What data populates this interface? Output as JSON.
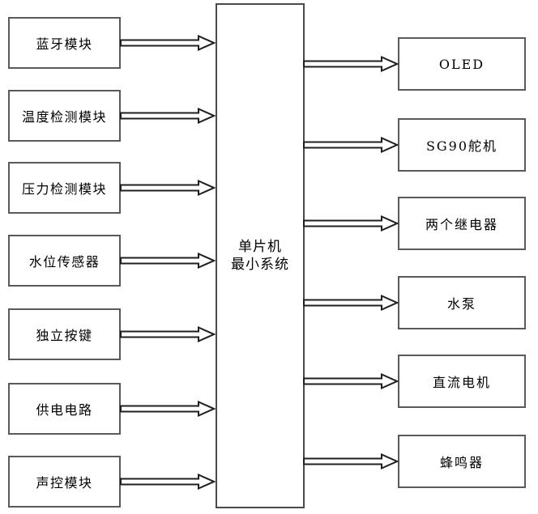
{
  "diagram": {
    "center_box": {
      "label_line1": "单片机",
      "label_line2": "最小系统"
    },
    "left_modules": [
      {
        "label": "蓝牙模块"
      },
      {
        "label": "温度检测模块"
      },
      {
        "label": "压力检测模块"
      },
      {
        "label": "水位传感器"
      },
      {
        "label": "独立按键"
      },
      {
        "label": "供电电路"
      },
      {
        "label": "声控模块"
      }
    ],
    "right_modules": [
      {
        "label": "OLED"
      },
      {
        "label": "SG90舵机"
      },
      {
        "label": "两个继电器"
      },
      {
        "label": "水泵"
      },
      {
        "label": "直流电机"
      },
      {
        "label": "蜂鸣器"
      }
    ],
    "colors": {
      "background": "#ffffff",
      "box_border": "#595959",
      "center_box_border": "#4a4a4a",
      "arrow_stroke": "#1f1f1f",
      "arrow_fill": "#ffffff",
      "text": "#000000"
    }
  }
}
